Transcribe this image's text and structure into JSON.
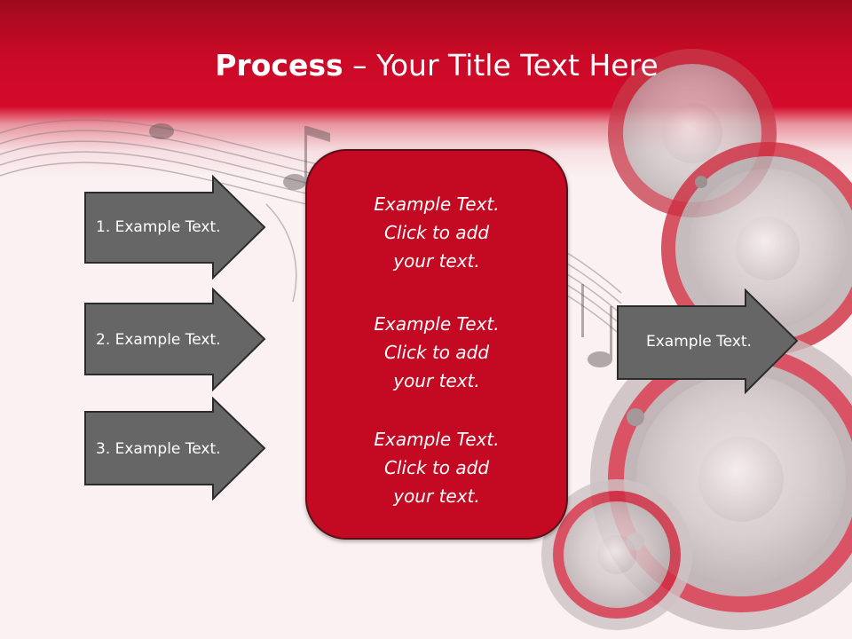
{
  "slide": {
    "title": {
      "bold_part": "Process",
      "rest": " – Your Title Text Here"
    },
    "left_arrows": [
      {
        "label": "1. Example Text."
      },
      {
        "label": "2. Example Text."
      },
      {
        "label": "3. Example Text."
      }
    ],
    "center_box": {
      "blocks": [
        {
          "lines": [
            "Example Text.",
            "Click  to add",
            "your text."
          ]
        },
        {
          "lines": [
            "Example Text.",
            "Click  to add",
            "your text."
          ]
        },
        {
          "lines": [
            "Example Text.",
            "Click  to add",
            "your text."
          ]
        }
      ]
    },
    "right_arrow": {
      "label": "Example Text."
    }
  },
  "colors": {
    "header_red": "#c80a26",
    "box_fill": "#c30a22",
    "arrow_fill": "#666666",
    "text": "#ffffff"
  }
}
